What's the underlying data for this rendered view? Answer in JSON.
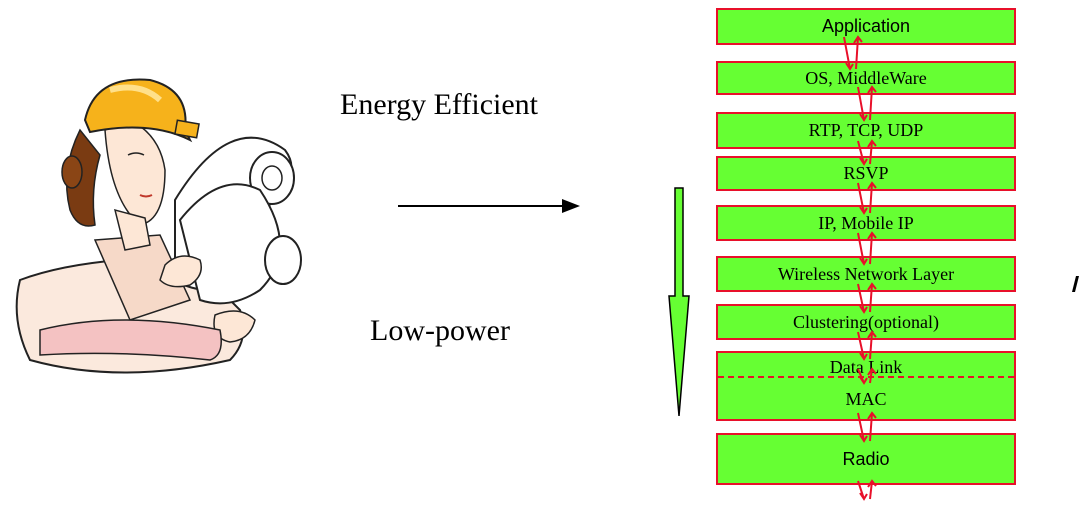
{
  "annotations": {
    "top": "Energy Efficient",
    "bottom": "Low-power"
  },
  "stack": {
    "layers": [
      "Application",
      "OS, MiddleWare",
      "RTP, TCP, UDP",
      "RSVP",
      "IP, Mobile IP",
      "Wireless Network Layer",
      "Clustering(optional)"
    ],
    "data_link": {
      "upper": "Data Link",
      "lower": "MAC"
    },
    "radio": "Radio"
  },
  "colors": {
    "layer_fill": "#66ff33",
    "layer_border": "#e8102a",
    "arrow_fill": "#66ff33"
  },
  "icons": {
    "figure": "engineer-with-blueprints-icon",
    "flow": "right-arrow-icon",
    "direction": "down-arrow-icon",
    "link": "bidirectional-arrow-icon"
  }
}
